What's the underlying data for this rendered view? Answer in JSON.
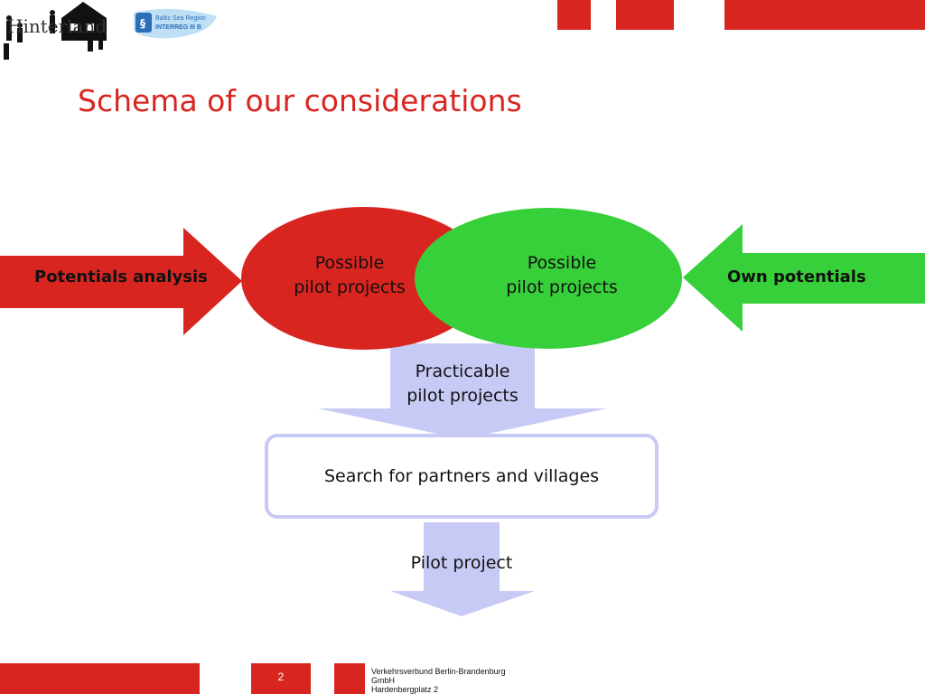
{
  "logos": {
    "hinterland_wordmark": "Hinterland",
    "partner_line1": "Baltic Sea Region",
    "partner_line2": "INTERREG III B"
  },
  "header": {
    "title": "Schema of our considerations"
  },
  "diagram": {
    "left_arrow_label": "Potentials analysis",
    "right_arrow_label": "Own potentials",
    "red_ellipse_label": [
      "Possible",
      "pilot projects"
    ],
    "green_ellipse_label": [
      "Possible",
      "pilot projects"
    ],
    "practicable_label": [
      "Practicable",
      "pilot projects"
    ],
    "box_label": "Search for partners and villages",
    "final_label": "Pilot project"
  },
  "footer": {
    "page_number": "2",
    "org_lines": [
      "Verkehrsverbund Berlin-Brandenburg",
      "GmbH",
      "Hardenbergplatz 2"
    ]
  },
  "colors": {
    "red": "#d9251f",
    "green": "#37cf3a",
    "lavender": "#c8caf6"
  }
}
